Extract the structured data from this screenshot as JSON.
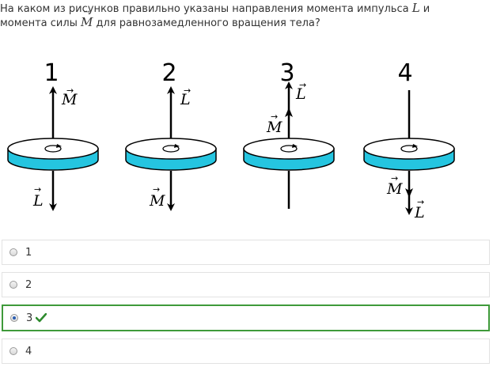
{
  "question": {
    "part1": "На каком из рисунков правильно указаны направления момента импульса ",
    "vec_l": "L",
    "part2": " и момента силы ",
    "vec_m": "M",
    "part3": " для равнозамедленного вращения тела?"
  },
  "figure": {
    "panels": [
      {
        "number": "1",
        "top_label": "M",
        "bottom_label": "L"
      },
      {
        "number": "2",
        "top_label": "L",
        "bottom_label": "M"
      },
      {
        "number": "3",
        "top_label": "L",
        "side_label": "M"
      },
      {
        "number": "4",
        "low_label_1": "M",
        "low_label_2": "L"
      }
    ],
    "colors": {
      "disk_side": "#25c5e0",
      "stroke": "#000000"
    }
  },
  "answers": [
    {
      "label": "1",
      "selected": false,
      "correct": false
    },
    {
      "label": "2",
      "selected": false,
      "correct": false
    },
    {
      "label": "3",
      "selected": true,
      "correct": true
    },
    {
      "label": "4",
      "selected": false,
      "correct": false
    }
  ],
  "colors": {
    "correct_border": "#3f9a3a",
    "check": "#2e8b2e"
  }
}
